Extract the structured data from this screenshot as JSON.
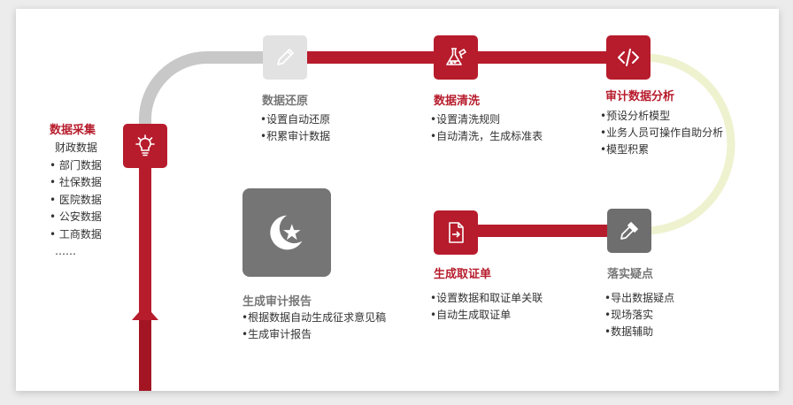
{
  "colors": {
    "accent": "#b71c2c",
    "gray_path": "#c8c8c8",
    "light_path": "#eef2cf",
    "report_box": "#757575"
  },
  "source": {
    "title": "数据采集",
    "items": [
      "财政数据",
      "• 部门数据",
      "• 社保数据",
      "• 医院数据",
      "• 公安数据",
      "• 工商数据",
      "……"
    ],
    "icon": "lightbulb-icon"
  },
  "steps": {
    "restore": {
      "title": "数据还原",
      "items": [
        "•设置自动还原",
        "•积累审计数据"
      ],
      "icon": "pencil-icon"
    },
    "clean": {
      "title": "数据清洗",
      "items": [
        "•设置清洗规则",
        "•自动清洗，生成标准表"
      ],
      "icon": "flask-icon"
    },
    "analyze": {
      "title": "审计数据分析",
      "items": [
        "•预设分析模型",
        "•业务人员可操作自助分析",
        "•模型积累"
      ],
      "icon": "code-icon"
    },
    "doubts": {
      "title": "落实疑点",
      "items": [
        "•导出数据疑点",
        "•现场落实",
        "•数据辅助"
      ],
      "icon": "eyedropper-icon"
    },
    "evidence": {
      "title": "生成取证单",
      "items": [
        "•设置数据和取证单关联",
        "•自动生成取证单"
      ],
      "icon": "document-export-icon"
    },
    "report": {
      "title": "生成审计报告",
      "items": [
        "•根据数据自动生成征求意见稿",
        "•生成审计报告"
      ],
      "icon": "crescent-star-icon"
    }
  }
}
